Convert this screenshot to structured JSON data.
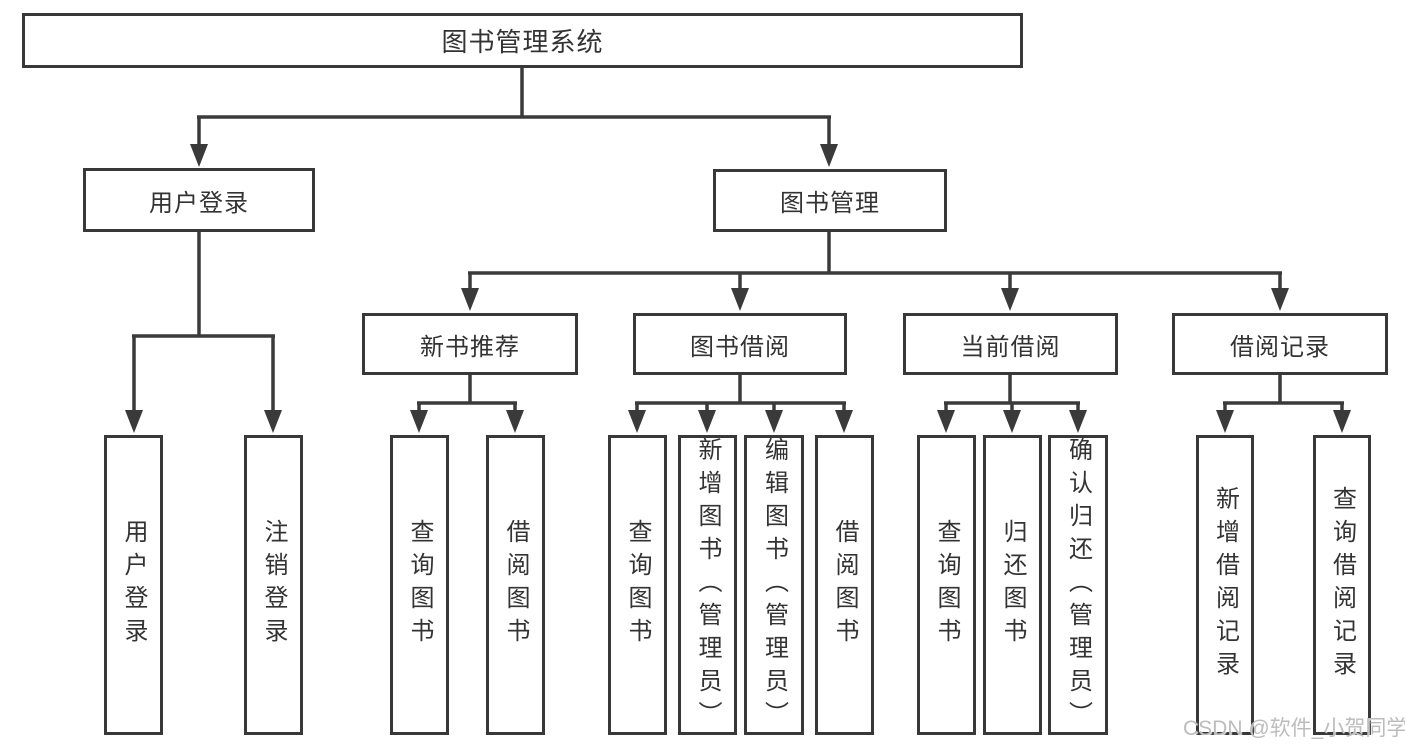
{
  "colors": {
    "background": "#ffffff",
    "line": "#3a3a3a",
    "box_border": "#383838",
    "text": "#333333",
    "watermark": "#bcbcbc"
  },
  "tree": {
    "root": {
      "label": "图书管理系统"
    },
    "children": [
      {
        "label": "用户登录",
        "children": [
          {
            "label": "用户登录"
          },
          {
            "label": "注销登录"
          }
        ]
      },
      {
        "label": "图书管理",
        "children": [
          {
            "label": "新书推荐",
            "children": [
              {
                "label": "查询图书"
              },
              {
                "label": "借阅图书"
              }
            ]
          },
          {
            "label": "图书借阅",
            "children": [
              {
                "label": "查询图书"
              },
              {
                "label": "新增图书（管理员）"
              },
              {
                "label": "编辑图书（管理员）"
              },
              {
                "label": "借阅图书"
              }
            ]
          },
          {
            "label": "当前借阅",
            "children": [
              {
                "label": "查询图书"
              },
              {
                "label": "归还图书"
              },
              {
                "label": "确认归还（管理员）"
              }
            ]
          },
          {
            "label": "借阅记录",
            "children": [
              {
                "label": "新增借阅记录"
              },
              {
                "label": "查询借阅记录"
              }
            ]
          }
        ]
      }
    ]
  },
  "watermark": {
    "text": "CSDN @软件_小贺同学"
  }
}
